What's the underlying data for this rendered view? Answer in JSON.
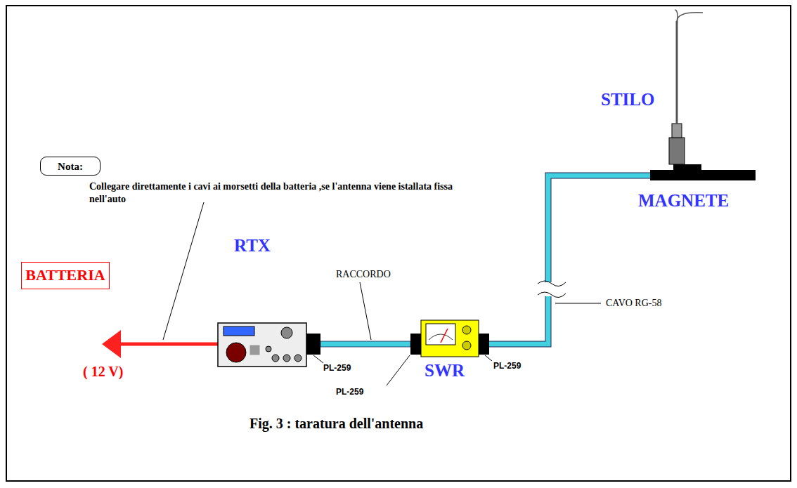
{
  "diagram": {
    "caption": "Fig. 3 : taratura dell'antenna",
    "nodes": [
      {
        "text": [
          "BATTERIA"
        ]
      },
      {
        "text": [
          "Nota:"
        ]
      }
    ],
    "labels": [
      "Collegare direttamente i cavi ai morsetti della batteria ,se l'antenna viene istallata fissa nell'auto",
      "( 12 V)",
      "RTX",
      "RACCORDO",
      "PL-259",
      "PL-259",
      "SWR",
      "PL-259",
      "CAVO RG-58",
      "STILO",
      "MAGNETE"
    ]
  }
}
